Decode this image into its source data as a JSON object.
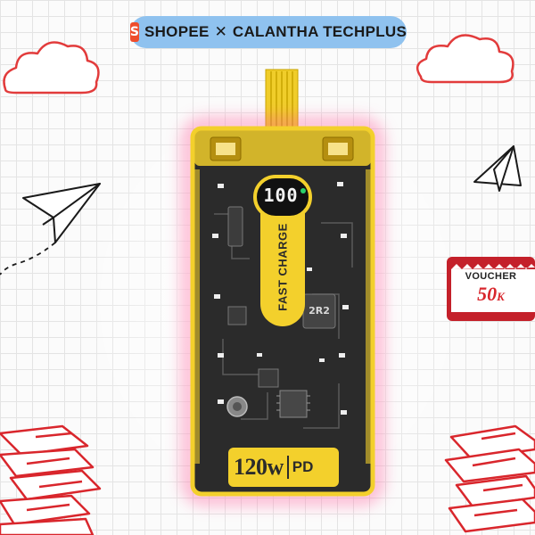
{
  "banner": {
    "brand": "SHOPEE",
    "separator": "✕",
    "partner": "CALANTHA TECHPLUS",
    "icon": "shopee-bag-icon",
    "color": "#8fc2ef"
  },
  "product": {
    "display_value": "100",
    "sticker_text": "FAST CHARGE",
    "inductor_text": "2R2",
    "power_label": "120w",
    "pd_label": "PD",
    "case_color": "#f3d02c",
    "body_color": "#2b2b2b"
  },
  "voucher": {
    "label": "VOUCHER",
    "value": "50",
    "unit": "K",
    "color": "#d8262c"
  },
  "decor": {
    "icons": [
      "cloud-icon",
      "paper-plane-icon",
      "paper-stack-icon"
    ]
  }
}
